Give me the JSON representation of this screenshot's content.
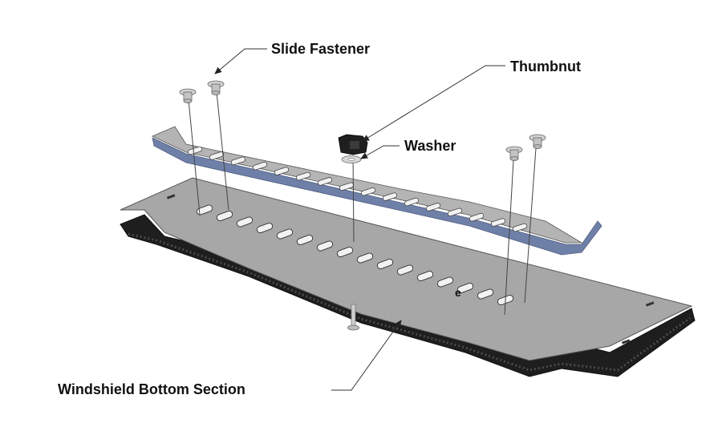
{
  "diagram": {
    "callouts": {
      "slide_fastener": "Slide Fastener",
      "thumbnut": "Thumbnut",
      "washer": "Washer",
      "windshield_bottom_section": "Windshield Bottom Section"
    },
    "colors": {
      "base_plate_top": "#a7a7a7",
      "base_plate_edge": "#1e1e1e",
      "slide_strip": "#b4b4b4",
      "slide_strip_edge": "#6f80a8",
      "slot_fill": "#f2f2f2",
      "hardware": "#d2d2d2"
    }
  }
}
